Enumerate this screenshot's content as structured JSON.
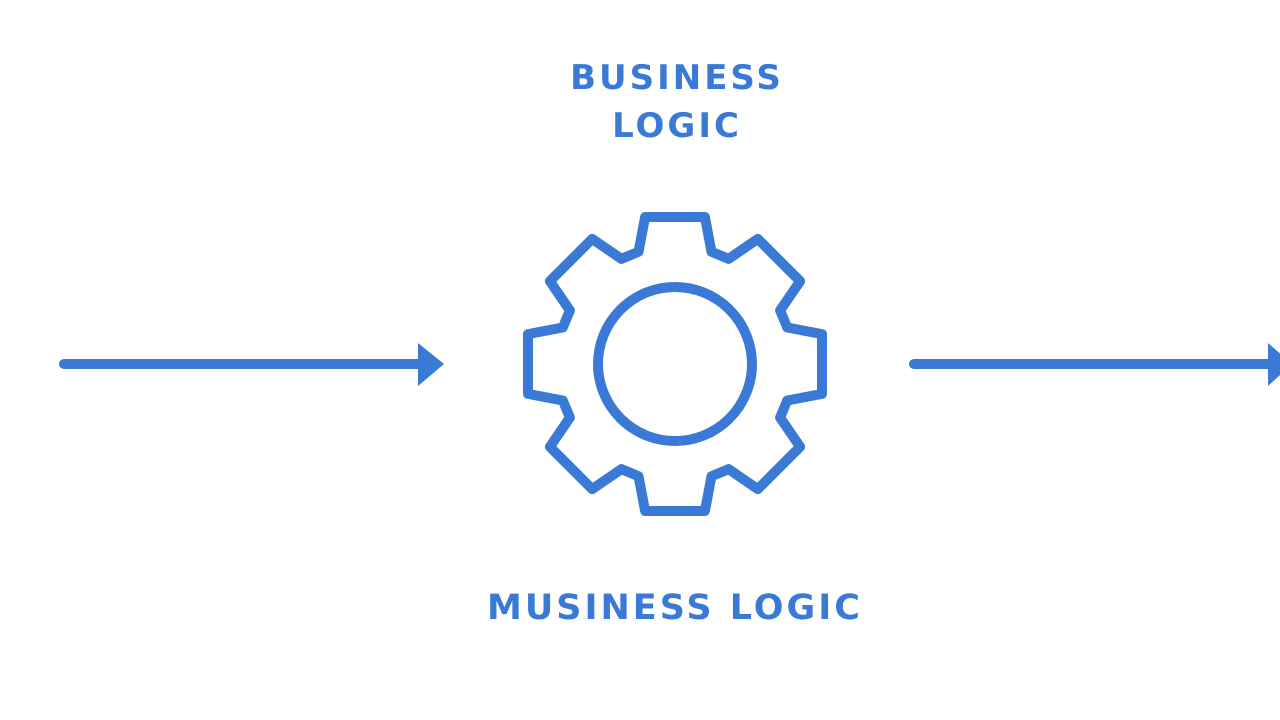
{
  "diagram": {
    "title_lines": [
      "BUSINESS",
      "LOGIC"
    ],
    "subtitle": "MUSINESS LOGIC",
    "icons": {
      "center": "gear-icon",
      "input": "arrow-right-icon",
      "output": "arrow-right-icon"
    },
    "colors": {
      "accent": "#3a7ad6",
      "background": "#ffffff"
    }
  }
}
